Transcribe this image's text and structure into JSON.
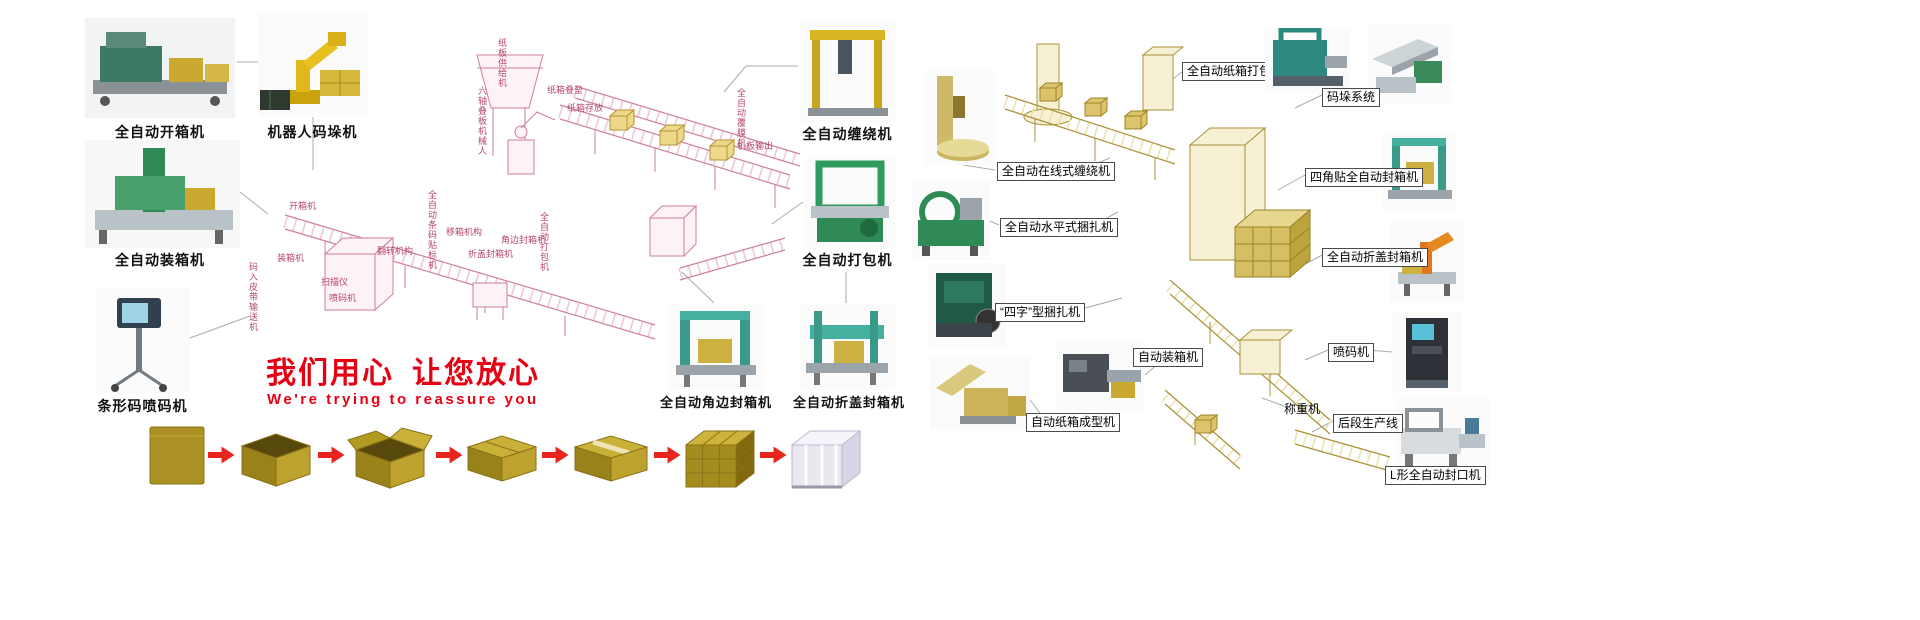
{
  "slogan": {
    "cn_part1": "我们用心",
    "cn_part2": "让您放心",
    "en": "We're trying to reassure you",
    "color": "#e60012"
  },
  "machines": {
    "case_opener": "全自动开箱机",
    "robot_palletizer": "机器人码垛机",
    "case_packer": "全自动装箱机",
    "barcode_printer": "条形码喷码机",
    "wrapper": "全自动缠绕机",
    "strapper": "全自动打包机",
    "corner_sealer": "全自动角边封箱机",
    "flap_sealer": "全自动折盖封箱机"
  },
  "right_labels": {
    "carton_strapper": "全自动纸箱打包机",
    "palletizing_system": "码垛系统",
    "four_corner_sealer": "四角贴全自动封箱机",
    "flap_fold_sealer": "全自动折盖封箱机",
    "online_wrapper": "全自动在线式缠绕机",
    "horizontal_strapper": "全自动水平式捆扎机",
    "four_type_strapper": "“四字”型捆扎机",
    "auto_case_packer": "自动装箱机",
    "carton_former": "自动纸箱成型机",
    "inkjet_coder": "喷码机",
    "weigher": "称重机",
    "backend_line": "后段生产线",
    "l_sealer": "L形全自动封口机"
  },
  "center_labels": {
    "board_feeder": "纸板供给机",
    "six_axis_robot": "六轴叠板机械人",
    "carton_stack": "纸箱叠垒",
    "carton_storage": "纸箱存放",
    "film_laminator": "全自动覆膜机",
    "board_output": "机板输出",
    "opener": "开箱机",
    "packer": "装箱机",
    "barcode_labeler": "全自动条码贴标机",
    "turnover": "翻转机构",
    "box_shifter": "移箱机构",
    "flap_closer": "折盖封箱机",
    "corner_closer": "角边封箱机",
    "auto_strapper": "全自动打包机",
    "belt_conveyor": "码入皮带输送机",
    "scanner": "扫描仪",
    "inkjet": "喷码机"
  },
  "box_sequence": {
    "stages": [
      "flat-blank",
      "opened-box",
      "erected-box",
      "folded-box",
      "sealed-box",
      "palletized-stack",
      "wrapped-pallet"
    ],
    "arrow_color": "#e8251c"
  },
  "colors": {
    "slogan_red": "#e60012",
    "center_diagram_pink": "#cf7f99",
    "right_diagram_khaki": "#a89238",
    "carton_khaki": "#ab9124"
  }
}
